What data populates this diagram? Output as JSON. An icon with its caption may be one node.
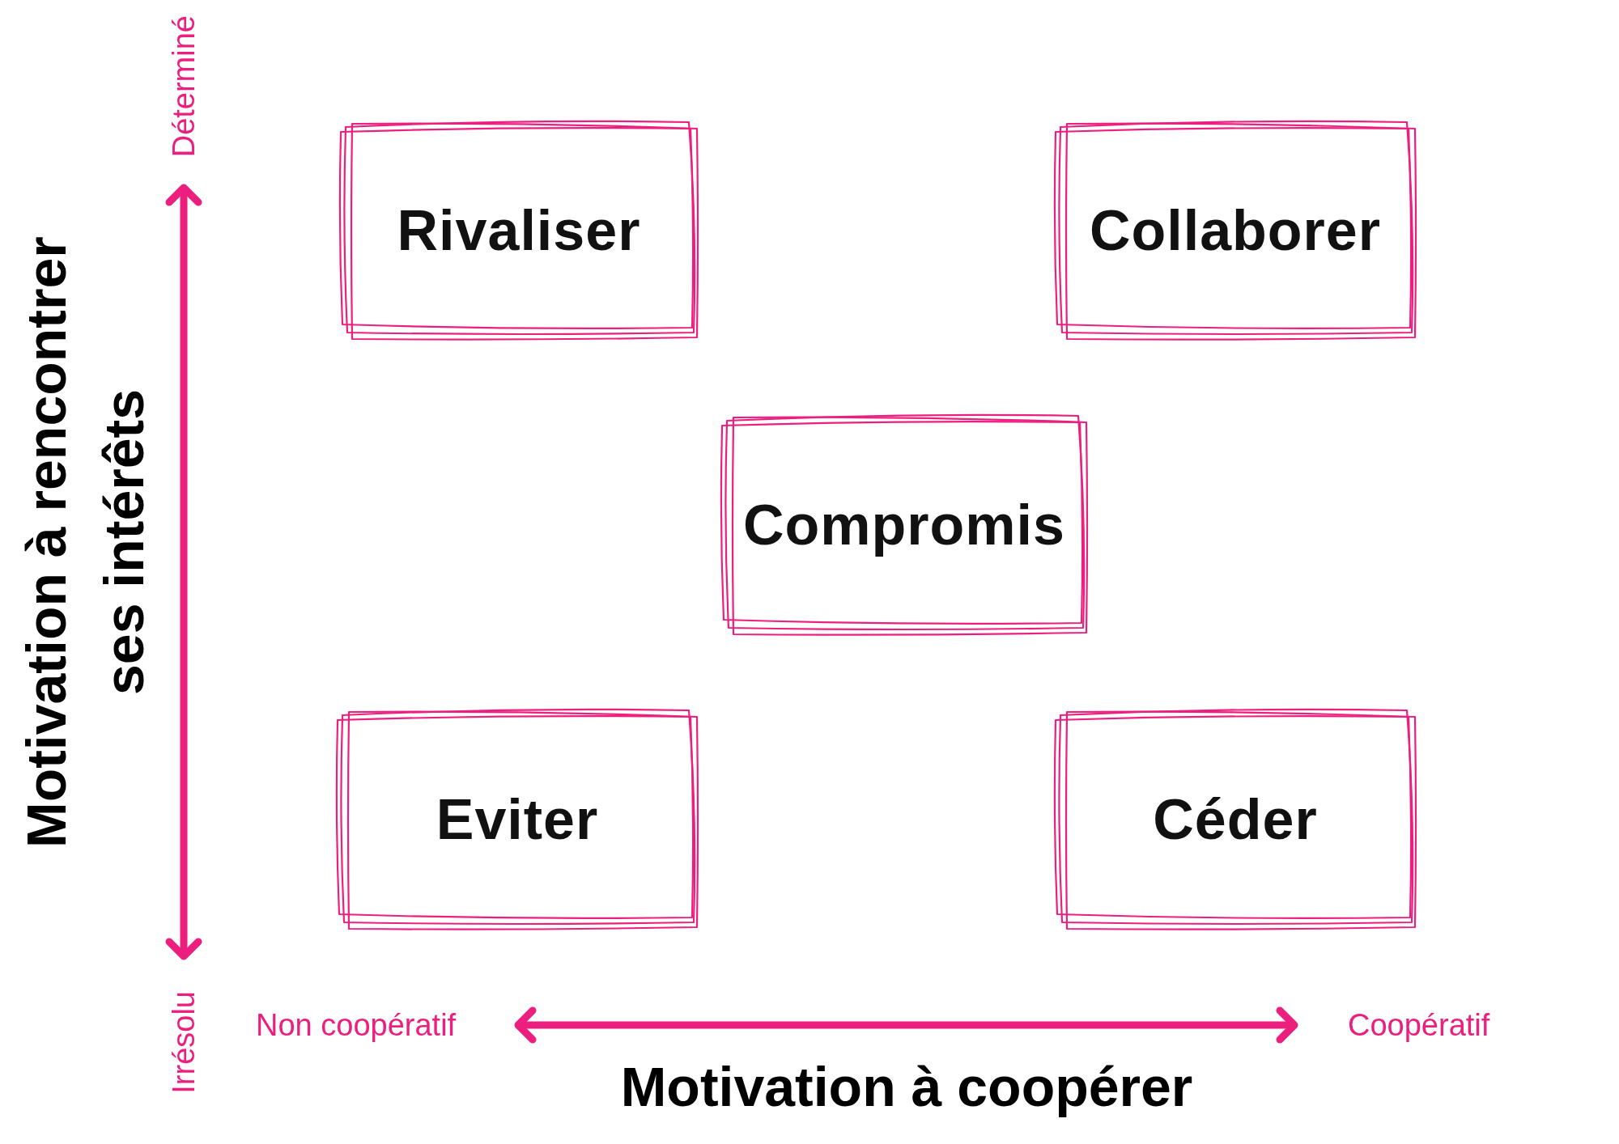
{
  "diagram": {
    "nodes": [
      {
        "text": [
          "Rivaliser"
        ]
      },
      {
        "text": [
          "Collaborer"
        ]
      },
      {
        "text": [
          "Compromis"
        ]
      },
      {
        "text": [
          "Eviter"
        ]
      },
      {
        "text": [
          "Céder"
        ]
      }
    ],
    "edges": [],
    "labels": [
      "Déterminé",
      "Motivation à rencontrer ses intérêts",
      "Irrésolu",
      "Non coopératif",
      "Coopératif",
      "Motivation à coopérer"
    ]
  }
}
